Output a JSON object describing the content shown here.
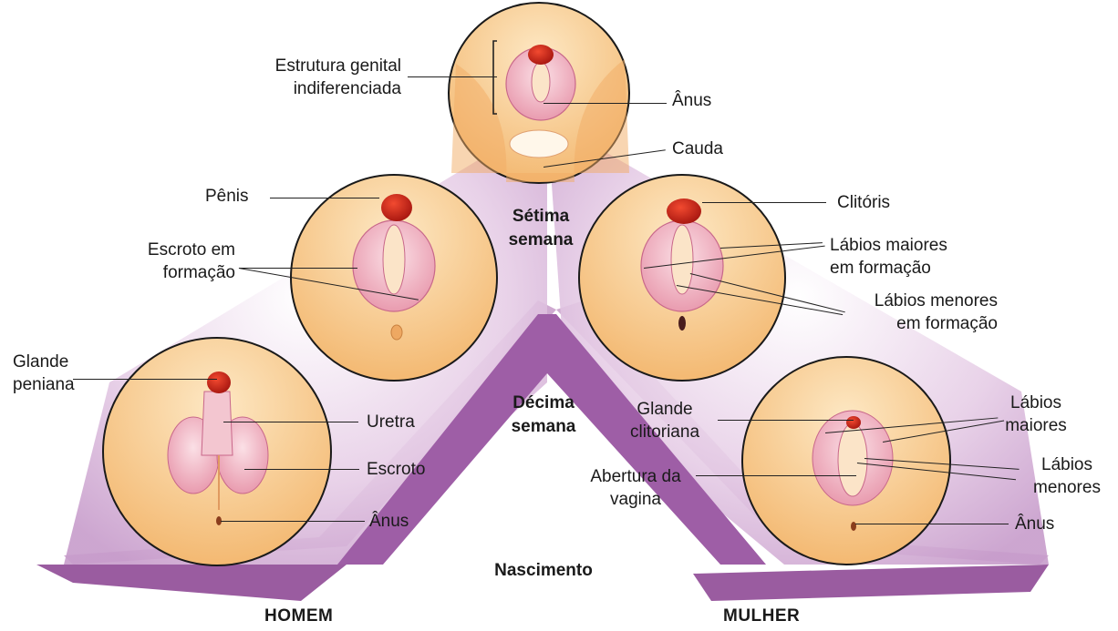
{
  "stages": {
    "seventh": "Sétima\nsemana",
    "tenth": "Décima\nsemana",
    "birth": "Nascimento"
  },
  "sexes": {
    "male": "HOMEM",
    "female": "MULHER"
  },
  "labels": {
    "indiff_structure": "Estrutura genital\nindiferenciada",
    "anus_top": "Ânus",
    "tail": "Cauda",
    "penis": "Pênis",
    "scrotum_forming": "Escroto em\nformação",
    "clitoris": "Clitóris",
    "labia_majora_forming": "Lábios maiores\nem formação",
    "labia_minora_forming": "Lábios menores\nem formação",
    "glans_penis": "Glande\npeniana",
    "urethra": "Uretra",
    "scrotum": "Escroto",
    "anus_male": "Ânus",
    "glans_clitoris": "Glande\nclitoriana",
    "vaginal_opening": "Abertura da\nvagina",
    "labia_majora": "Lábios\nmaiores",
    "labia_minora": "Lábios\nmenores",
    "anus_female": "Ânus"
  },
  "colors": {
    "band": "#caa7cb",
    "band_dark": "#8e4f95",
    "circle_bg": "#fdf0da",
    "skin": "#f7c98a",
    "skin_shadow": "#eea862",
    "genital_pink": "#eeaab5",
    "genital_dark": "#c8678a",
    "glans_red": "#c8201a"
  }
}
